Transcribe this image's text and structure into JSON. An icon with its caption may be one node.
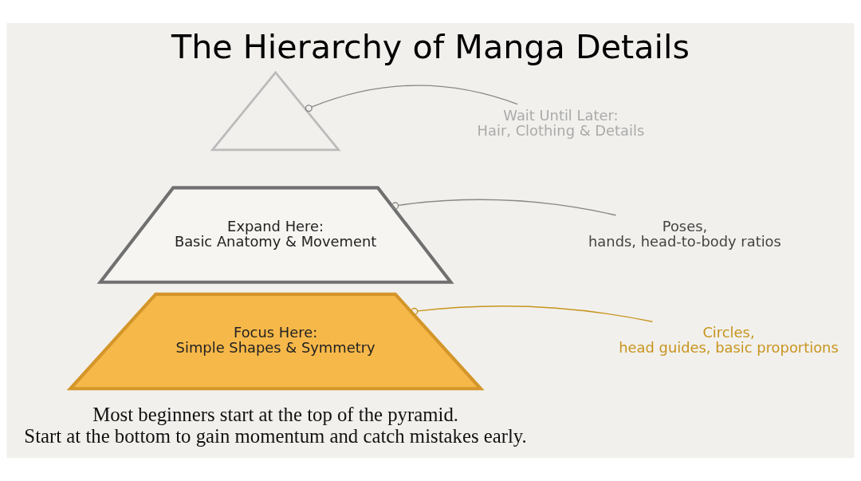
{
  "diagram": {
    "title": "The Hierarchy of Manga Details",
    "caption": "Most beginners start at the top of the pyramid. Start at the bottom to gain momentum and catch mistakes early.",
    "nodes": [
      {
        "text": [],
        "shape": "triangle"
      },
      {
        "text": [
          "Expand Here: Basic Anatomy & Movement"
        ]
      },
      {
        "text": [
          "Focus Here: Simple Shapes & Symmetry"
        ]
      },
      {
        "text": [
          "Wait Until Later: Hair, Clothing & Details"
        ]
      },
      {
        "text": [
          "Poses, hands, head-to-body ratios"
        ]
      },
      {
        "text": [
          "Circles, head guides, basic proportions"
        ]
      }
    ],
    "edges": [
      {
        "from": 3,
        "to": 0,
        "arrow": "other"
      },
      {
        "from": 4,
        "to": 1,
        "arrow": "other"
      },
      {
        "from": 5,
        "to": 2,
        "arrow": "other",
        "color": "#c8941e"
      }
    ]
  }
}
